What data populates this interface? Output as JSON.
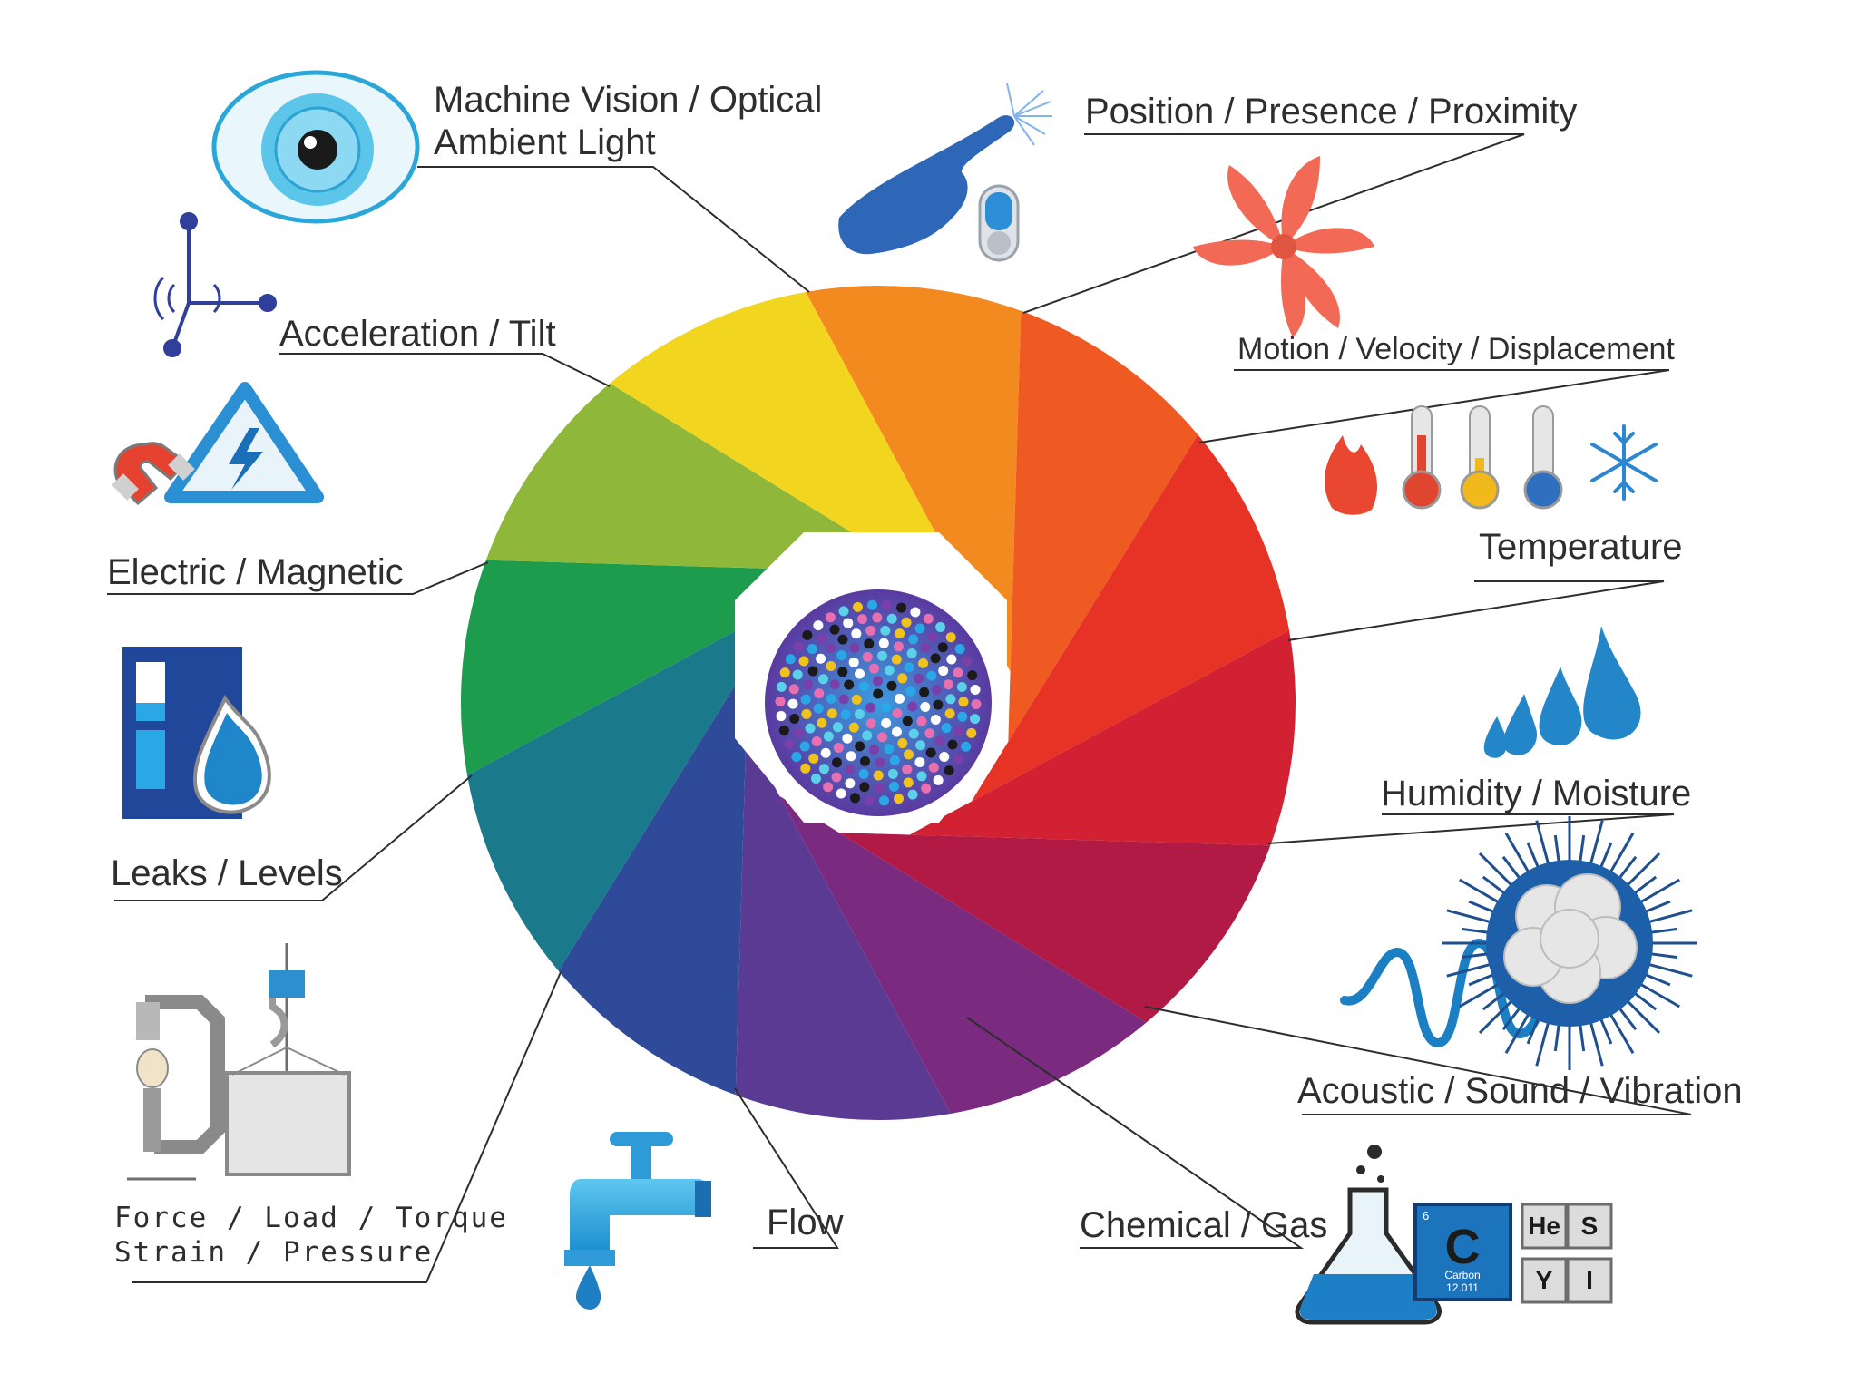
{
  "diagram": {
    "center": "sensor-aperture-wheel",
    "segments": [
      {
        "id": "machine-vision",
        "color": "#f28a1f",
        "lines": [
          "Machine Vision / Optical",
          "Ambient Light"
        ],
        "icon": "eye-icon"
      },
      {
        "id": "position",
        "color": "#ef5a23",
        "lines": [
          "Position / Presence / Proximity"
        ],
        "icon": "touch-hand-icon"
      },
      {
        "id": "motion",
        "color": "#e63326",
        "lines": [
          "Motion / Velocity / Displacement"
        ],
        "icon": "pinwheel-icon"
      },
      {
        "id": "temperature",
        "color": "#d22133",
        "lines": [
          "Temperature"
        ],
        "icon": "thermometers-icon"
      },
      {
        "id": "humidity",
        "color": "#b01a45",
        "lines": [
          "Humidity / Moisture"
        ],
        "icon": "water-drops-icon"
      },
      {
        "id": "acoustic",
        "color": "#7a2a7f",
        "lines": [
          "Acoustic / Sound / Vibration"
        ],
        "icon": "sound-burst-icon"
      },
      {
        "id": "chemical",
        "color": "#5a3a92",
        "lines": [
          "Chemical / Gas"
        ],
        "icon": "flask-periodic-icon"
      },
      {
        "id": "flow",
        "color": "#2f4a99",
        "lines": [
          "Flow"
        ],
        "icon": "water-tap-icon"
      },
      {
        "id": "force",
        "color": "#1a7a8c",
        "lines": [
          "Force / Load / Torque",
          "Strain / Pressure"
        ],
        "icon": "clamp-hook-icon"
      },
      {
        "id": "leaks",
        "color": "#1d9c4d",
        "lines": [
          "Leaks / Levels"
        ],
        "icon": "tank-drop-icon"
      },
      {
        "id": "electric",
        "color": "#8fb83a",
        "lines": [
          "Electric / Magnetic"
        ],
        "icon": "magnet-warning-icon"
      },
      {
        "id": "acceleration",
        "color": "#f2d51f",
        "lines": [
          "Acceleration / Tilt"
        ],
        "icon": "axes-icon"
      }
    ],
    "periodic_elements": [
      {
        "symbol": "C",
        "name": "Carbon",
        "mass": "12.011",
        "number": "6"
      },
      {
        "symbol": "He",
        "name": "",
        "mass": "",
        "number": ""
      },
      {
        "symbol": "S",
        "name": "",
        "mass": "",
        "number": ""
      },
      {
        "symbol": "Y",
        "name": "",
        "mass": "",
        "number": ""
      },
      {
        "symbol": "I",
        "name": "",
        "mass": "",
        "number": ""
      }
    ]
  }
}
